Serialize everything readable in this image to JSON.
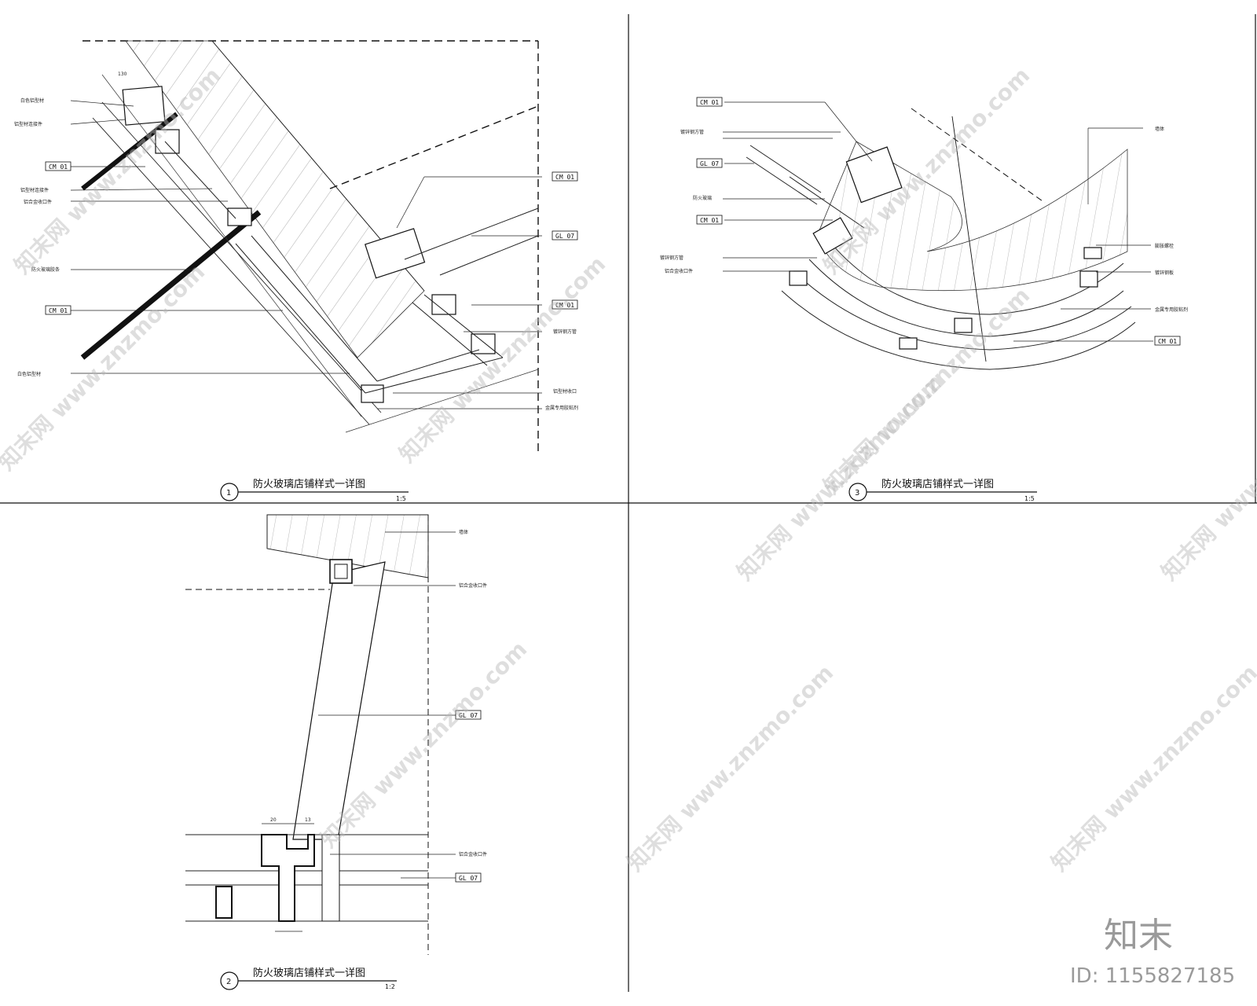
{
  "panels": [
    {
      "number": "1",
      "title": "防火玻璃店铺样式一详图",
      "scale": "1:5"
    },
    {
      "number": "3",
      "title": "防火玻璃店铺样式一详图",
      "scale": "1:5"
    },
    {
      "number": "2",
      "title": "防火玻璃店铺样式一详图",
      "scale": "1:2"
    }
  ],
  "tags": {
    "cm": "CM 01",
    "gl": "GL 07"
  },
  "dims_d2": [
    "20",
    "13"
  ],
  "watermark": {
    "text": "知末网 www.znzmo.com",
    "brand": "知末",
    "id": "ID: 1155827185"
  },
  "colors": {
    "line": "#111111",
    "watermark": "#b8b8b8",
    "brand": "#9a9a9a"
  }
}
